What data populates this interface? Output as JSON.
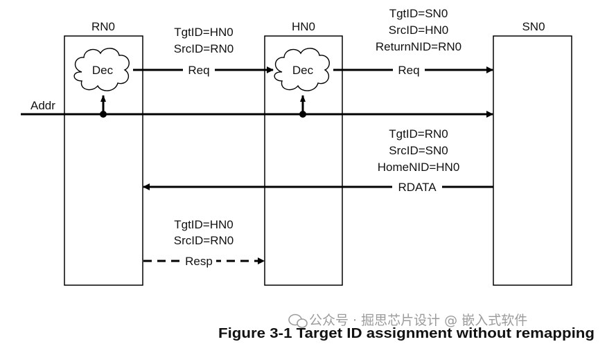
{
  "nodes": {
    "rn": "RN0",
    "hn": "HN0",
    "sn": "SN0"
  },
  "decoders": {
    "rn": "Dec",
    "hn": "Dec"
  },
  "signals": {
    "addr": "Addr",
    "req1": {
      "label": "Req",
      "lines": [
        "TgtID=HN0",
        "SrcID=RN0"
      ]
    },
    "req2": {
      "label": "Req",
      "lines": [
        "TgtID=SN0",
        "SrcID=HN0",
        "ReturnNID=RN0"
      ]
    },
    "rdata": {
      "label": "RDATA",
      "lines": [
        "TgtID=RN0",
        "SrcID=SN0",
        "HomeNID=HN0"
      ]
    },
    "resp": {
      "label": "Resp",
      "lines": [
        "TgtID=HN0",
        "SrcID=RN0"
      ]
    }
  },
  "caption": "Figure 3-1 Target ID assignment without remapping",
  "watermark": "公众号 · 掘思芯片设计 @ 嵌入式软件"
}
